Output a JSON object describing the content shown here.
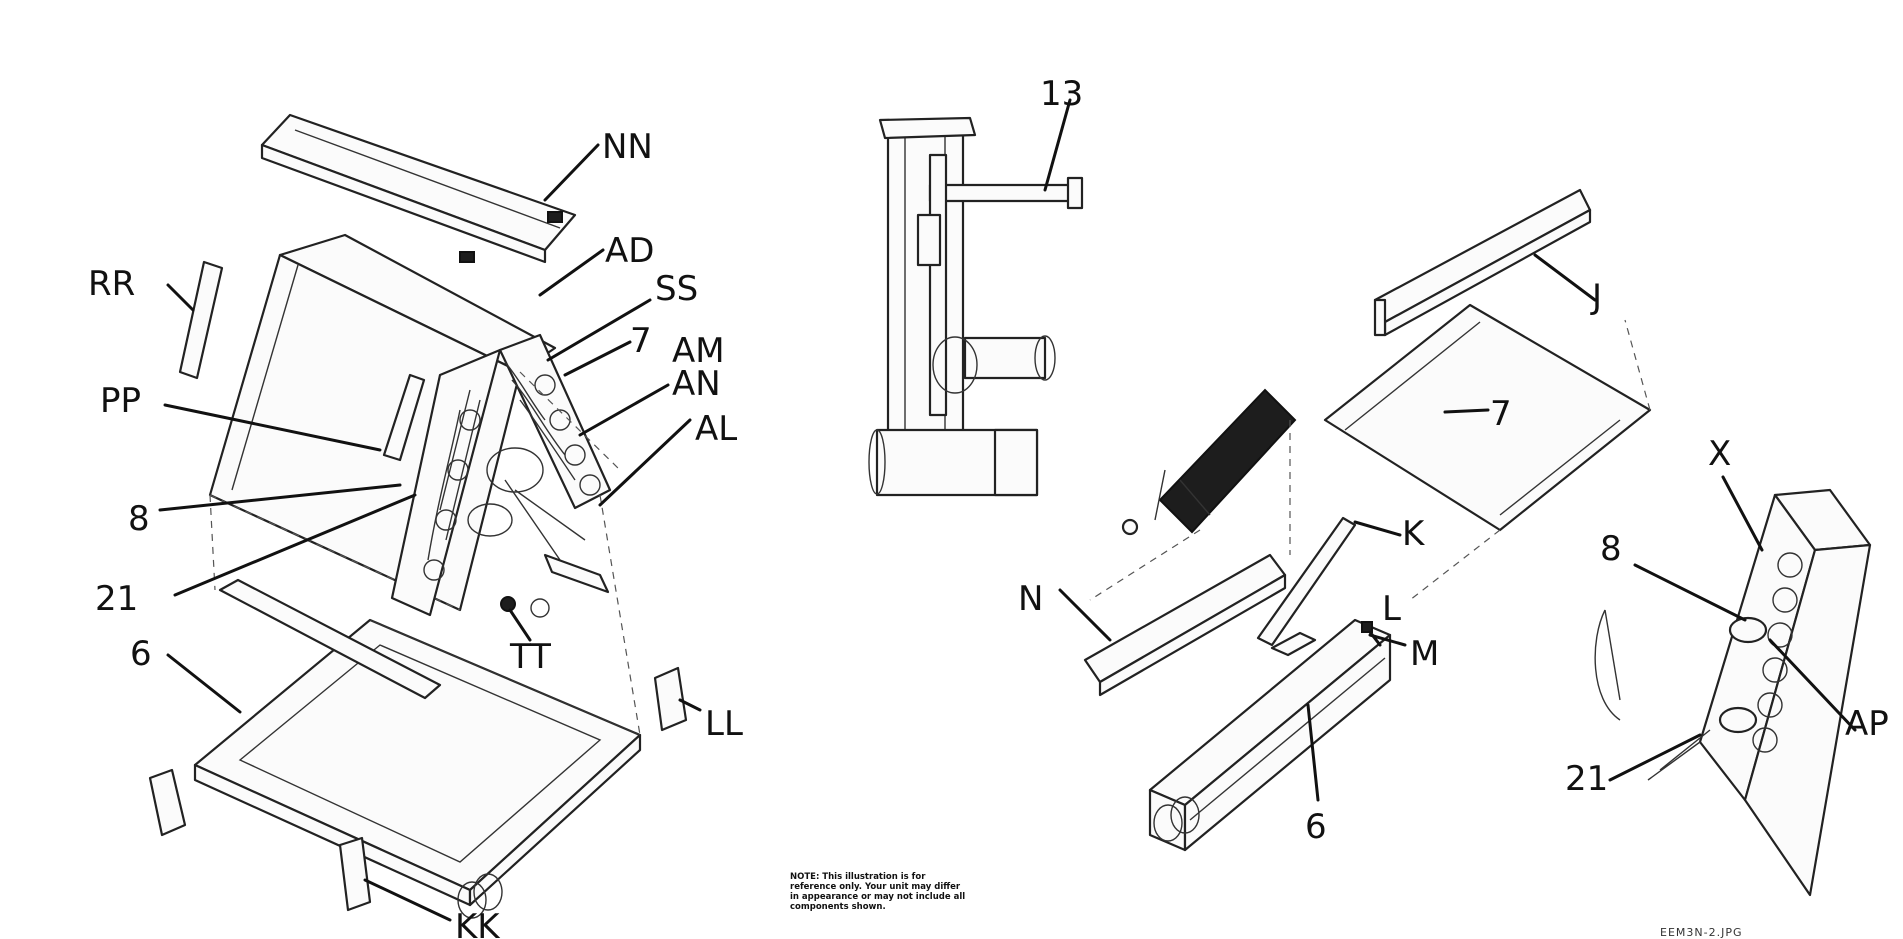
{
  "callouts": {
    "NN": "NN",
    "AD": "AD",
    "RR": "RR",
    "SS": "SS",
    "seven_left": "7",
    "AM": "AM",
    "AN": "AN",
    "AL": "AL",
    "PP": "PP",
    "eight_left": "8",
    "twentyone_left": "21",
    "six_left": "6",
    "TT": "TT",
    "LL": "LL",
    "KK": "KK",
    "thirteen": "13",
    "J": "J",
    "seven_right": "7",
    "K": "K",
    "N": "N",
    "L": "L",
    "M": "M",
    "six_right": "6",
    "X": "X",
    "eight_right": "8",
    "AP": "AP",
    "twentyone_right": "21"
  },
  "note_text": "NOTE: This illustration is for reference only. Your unit may differ in appearance or may not include all components shown.",
  "file_label": "EEM3N-2.JPG"
}
